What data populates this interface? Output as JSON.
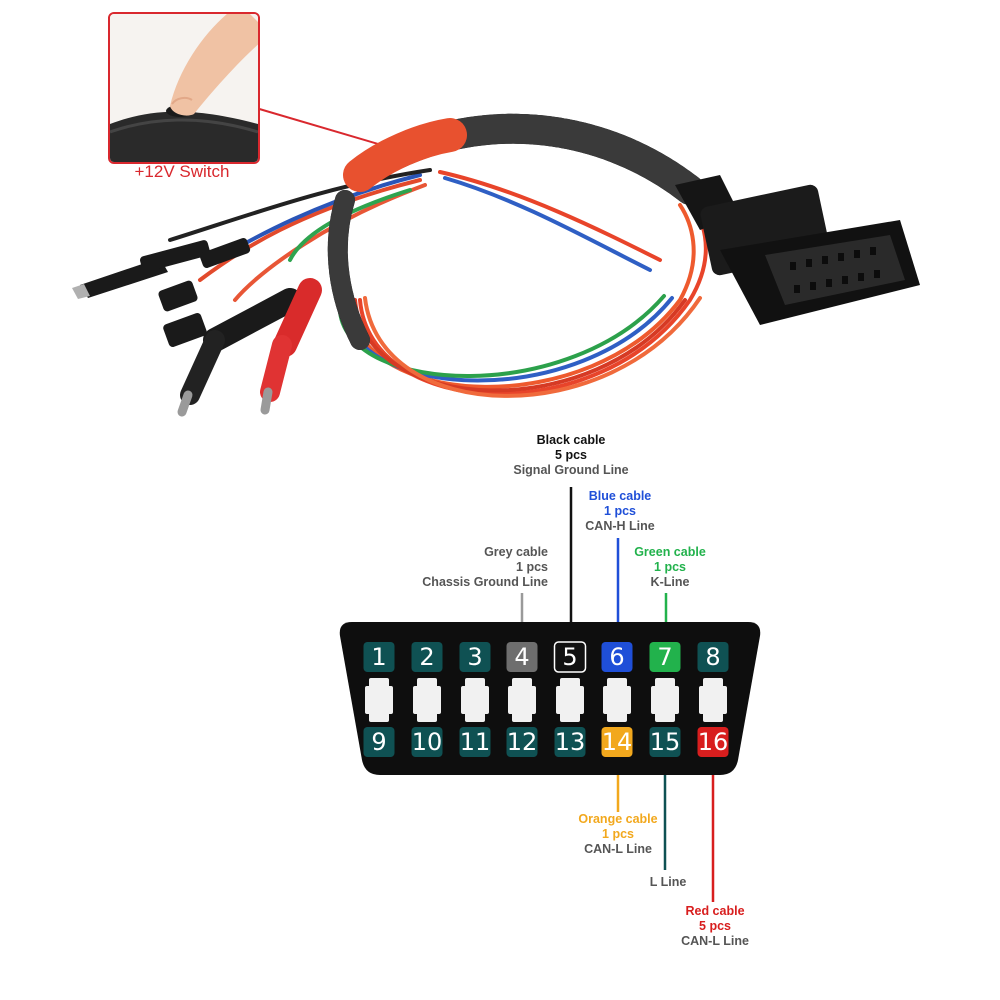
{
  "inset": {
    "caption": "+12V Switch",
    "border_color": "#d9282e"
  },
  "connector": {
    "top_pins": [
      "1",
      "2",
      "3",
      "4",
      "5",
      "6",
      "7",
      "8"
    ],
    "bottom_pins": [
      "9",
      "10",
      "11",
      "12",
      "13",
      "14",
      "15",
      "16"
    ],
    "pin_default_color": "#0f5153",
    "highlight_colors": {
      "4": "#6e6e6e",
      "5": "#111111",
      "6": "#1f4fd8",
      "7": "#22b24c",
      "14": "#f2a81d",
      "16": "#d81e1e"
    }
  },
  "labels": {
    "black": {
      "name": "Black cable",
      "count": "5 pcs",
      "line": "Signal Ground Line",
      "color": "#111111"
    },
    "blue": {
      "name": "Blue cable",
      "count": "1 pcs",
      "line": "CAN-H Line",
      "color": "#1f4fd8"
    },
    "grey": {
      "name": "Grey cable",
      "count": "1 pcs",
      "line": "Chassis Ground Line",
      "color": "#555555"
    },
    "green": {
      "name": "Green cable",
      "count": "1 pcs",
      "line": "K-Line",
      "color": "#22b24c"
    },
    "orange": {
      "name": "Orange cable",
      "count": "1 pcs",
      "line": "CAN-L Line",
      "color": "#f2a81d"
    },
    "teal": {
      "line": "L Line",
      "color": "#0f5153"
    },
    "red": {
      "name": "Red cable",
      "count": "5 pcs",
      "line": "CAN-L Line",
      "color": "#d81e1e"
    }
  }
}
